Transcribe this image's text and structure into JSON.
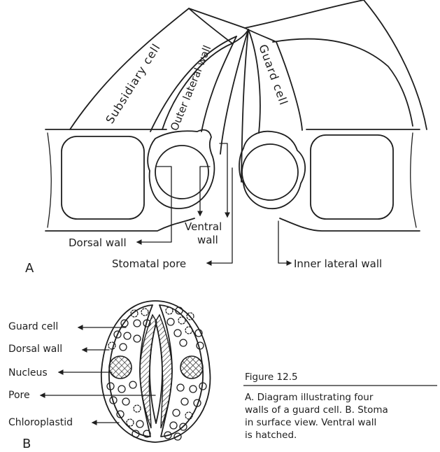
{
  "panel_a": {
    "panel_label": "A",
    "labels": {
      "subsidiary_cell": "Subsidiary cell",
      "outer_lateral_wall": "Outer lateral wall",
      "guard_cell": "Guard cell",
      "dorsal_wall": "Dorsal wall",
      "ventral_wall_line1": "Ventral",
      "ventral_wall_line2": "wall",
      "stomatal_pore": "Stomatal pore",
      "inner_lateral_wall": "Inner lateral wall"
    }
  },
  "panel_b": {
    "panel_label": "B",
    "labels": {
      "guard_cell": "Guard cell",
      "dorsal_wall": "Dorsal wall",
      "nucleus": "Nucleus",
      "pore": "Pore",
      "chloroplastid": "Chloroplastid"
    }
  },
  "caption": {
    "title": "Figure 12.5",
    "lines": [
      "A. Diagram illustrating four",
      "walls of a guard cell. B. Stoma",
      "in surface view. Ventral wall",
      "is hatched."
    ]
  }
}
